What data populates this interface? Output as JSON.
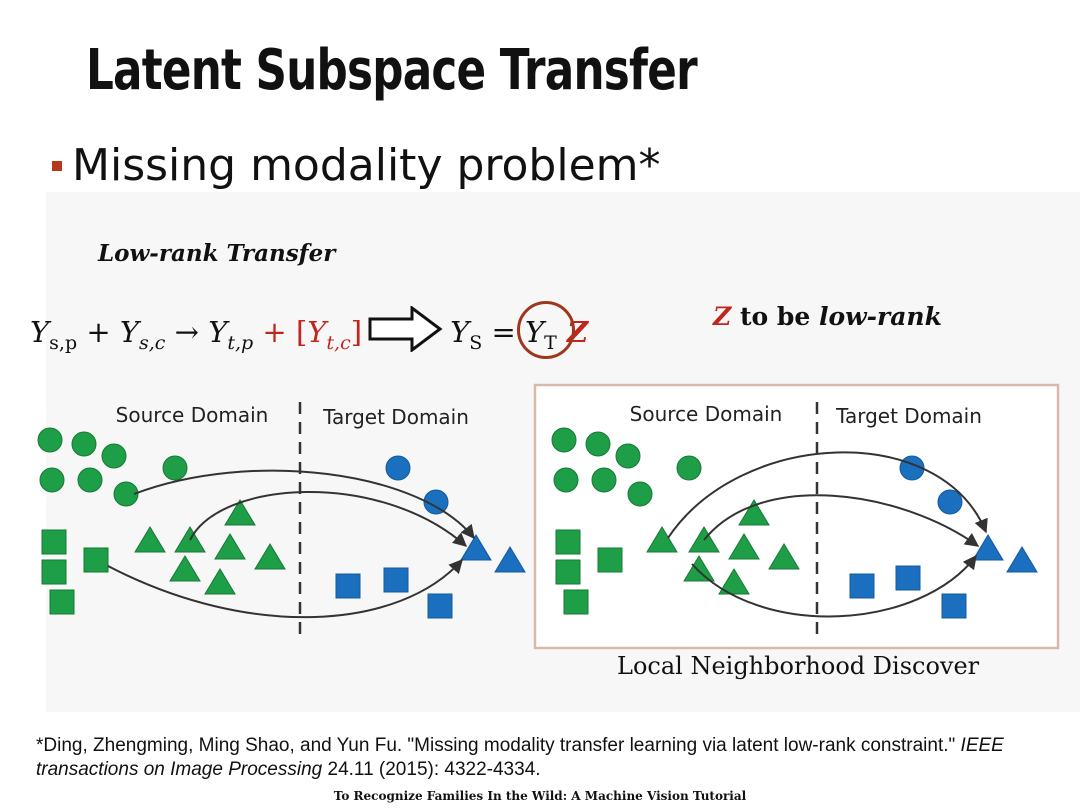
{
  "slide": {
    "title": "Latent Subspace Transfer",
    "bullet": "Missing modality problem*",
    "subtitle": "Low-rank Transfer",
    "low_rank_note": {
      "z": "Z",
      "to_be": " to be ",
      "low_rank": "low-rank"
    },
    "diagram_left": {
      "source_label": "Source Domain",
      "target_label": "Target Domain"
    },
    "diagram_right": {
      "source_label": "Source Domain",
      "target_label": "Target Domain",
      "caption": "Local Neighborhood Discover"
    },
    "citation": {
      "authors_title": "*Ding, Zhengming, Ming Shao, and Yun Fu. \"Missing modality transfer learning via latent low-rank constraint.\" ",
      "journal": "IEEE transactions on Image Processing",
      "rest": " 24.11 (2015): 4322-4334."
    },
    "footer": "To Recognize Families In the Wild: A Machine Vision Tutorial"
  },
  "colors": {
    "green": "#1e9e46",
    "blue": "#1a6fbf",
    "accent_red": "#c0261e",
    "box_border": "#d7b9a9"
  }
}
